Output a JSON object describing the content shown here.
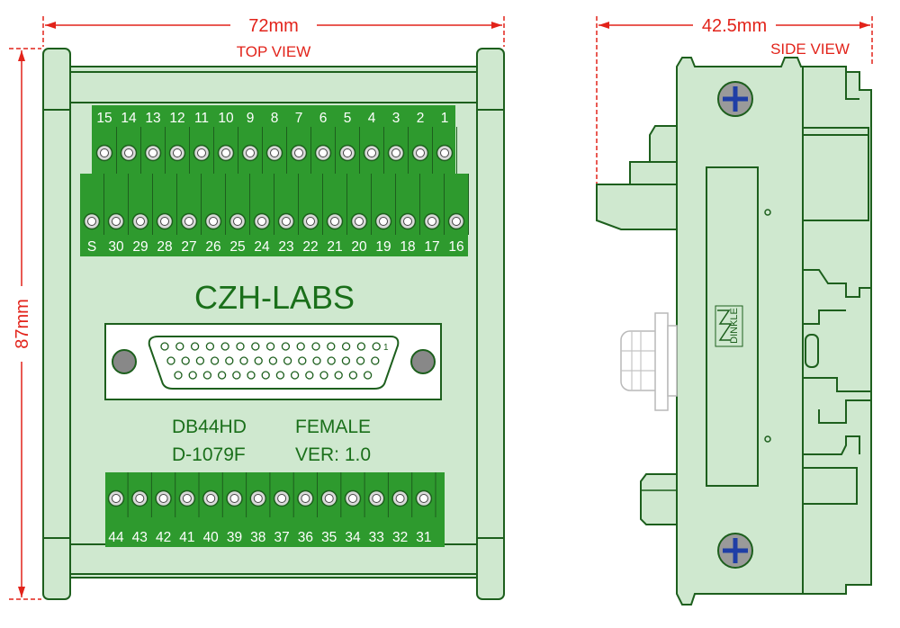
{
  "dimensions": {
    "width_top": "72mm",
    "height_top": "87mm",
    "width_side": "42.5mm"
  },
  "views": {
    "top": "TOP VIEW",
    "side": "SIDE VIEW"
  },
  "board": {
    "brand": "CZH-LABS",
    "model_line1_left": "DB44HD",
    "model_line1_right": "FEMALE",
    "model_line2_left": "D-1079F",
    "model_line2_right": "VER: 1.0",
    "connector_pin1": "1"
  },
  "top_terminal_row_upper": [
    "15",
    "14",
    "13",
    "12",
    "11",
    "10",
    "9",
    "8",
    "7",
    "6",
    "5",
    "4",
    "3",
    "2",
    "1"
  ],
  "top_terminal_row_lower": [
    "S",
    "30",
    "29",
    "28",
    "27",
    "26",
    "25",
    "24",
    "23",
    "22",
    "21",
    "20",
    "19",
    "18",
    "17",
    "16"
  ],
  "bottom_terminal_row": [
    "44",
    "43",
    "42",
    "41",
    "40",
    "39",
    "38",
    "37",
    "36",
    "35",
    "34",
    "33",
    "32",
    "31"
  ],
  "side": {
    "label": "DINKLE"
  },
  "colors": {
    "dimension": "#e2231a",
    "pcb_green": "#2e9a2e",
    "rail_green": "#cfe8cf",
    "outline": "#1d5f1d",
    "screw_blue": "#1f3ea6"
  }
}
